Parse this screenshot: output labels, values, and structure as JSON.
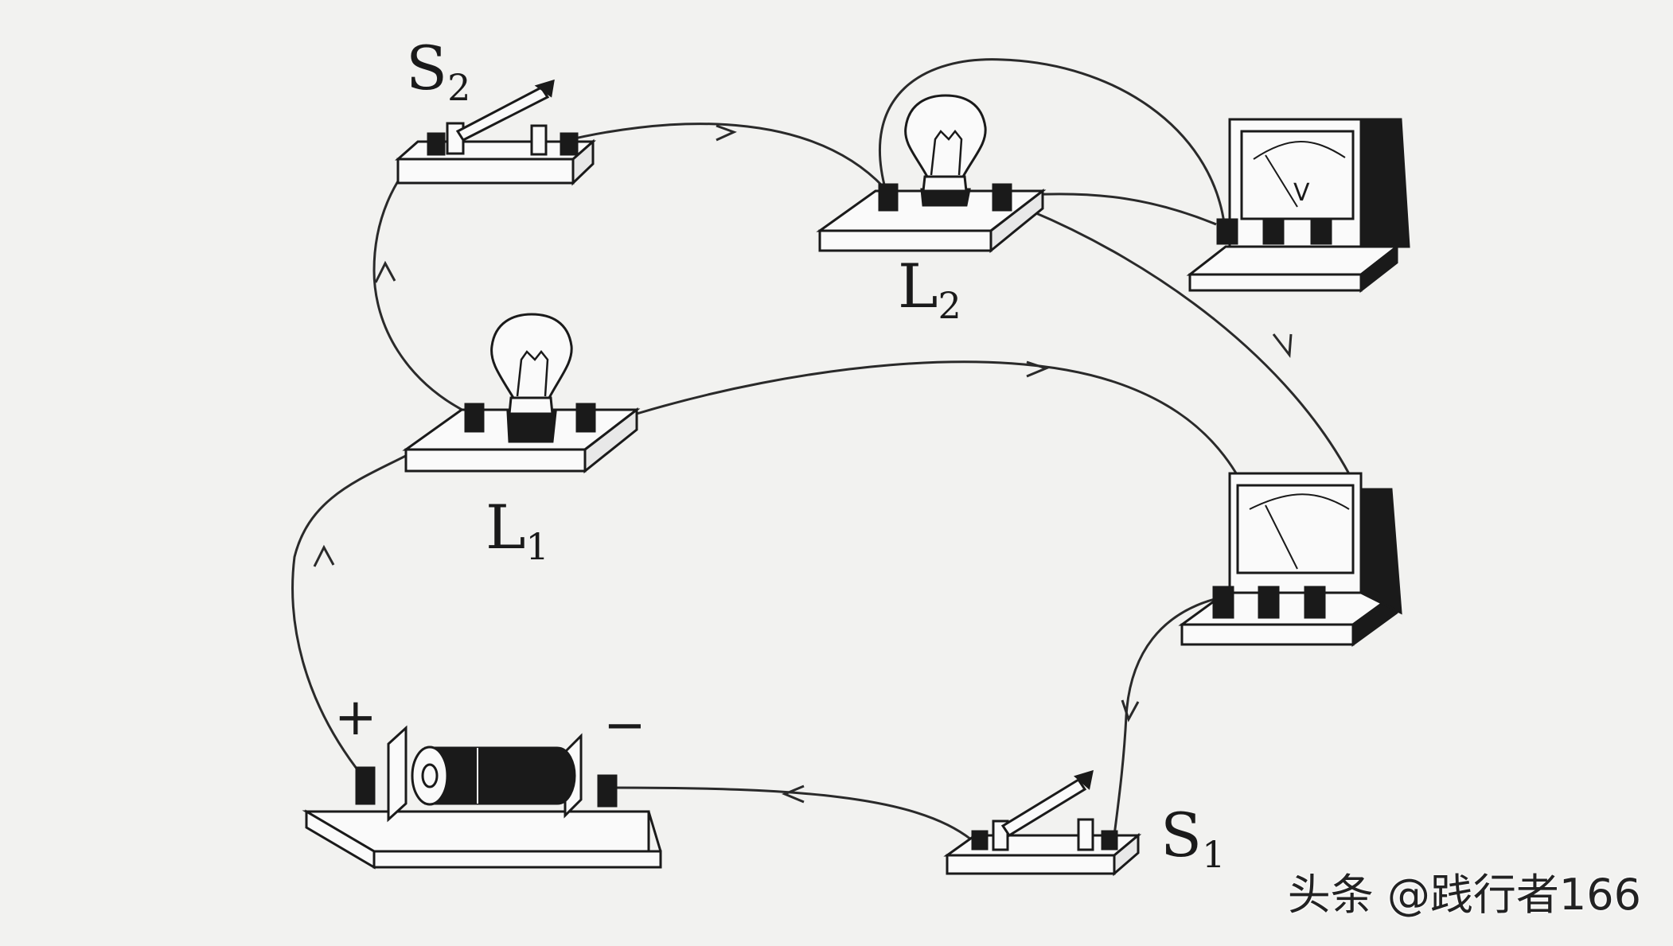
{
  "labels": {
    "s2": {
      "main": "S",
      "sub": "2"
    },
    "l2": {
      "main": "L",
      "sub": "2"
    },
    "l1": {
      "main": "L",
      "sub": "1"
    },
    "s1": {
      "main": "S",
      "sub": "1"
    }
  },
  "battery": {
    "plus": "+",
    "minus": "−"
  },
  "voltmeter_symbol": "V",
  "watermark": "头条 @践行者166",
  "colors": {
    "ink": "#1a1a1a",
    "paper": "#f2f2f0",
    "wire": "#2a2a2a"
  }
}
